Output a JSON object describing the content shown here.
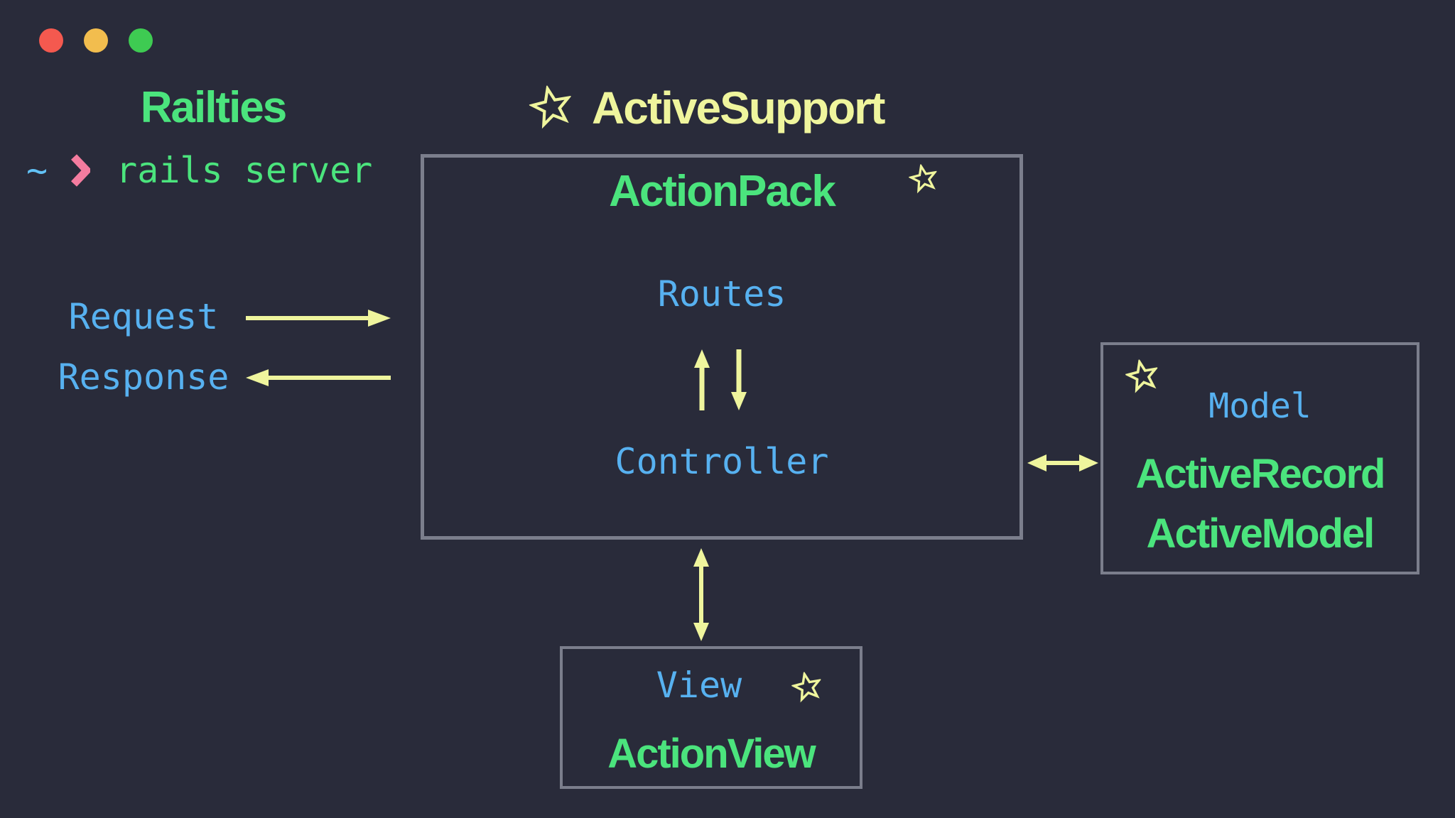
{
  "colors": {
    "background": "#292b3a",
    "box_border": "#7b7e8c",
    "green": "#4be47d",
    "blue": "#57b1f0",
    "pale_yellow": "#eff59d",
    "pink": "#f47c9f",
    "tilde_blue": "#62c2f5",
    "traffic_red": "#f4594f",
    "traffic_yellow": "#f2bd4e",
    "traffic_green": "#3ecb52"
  },
  "window": {
    "controls": [
      "close",
      "minimize",
      "maximize"
    ]
  },
  "railties": {
    "title": "Railties",
    "terminal": {
      "cwd": "~",
      "prompt": "❯",
      "command": "rails server"
    }
  },
  "active_support": {
    "icon": "star",
    "label": "ActiveSupport"
  },
  "action_pack": {
    "title": "ActionPack",
    "icon": "star",
    "routes_label": "Routes",
    "controller_label": "Controller"
  },
  "http": {
    "request_label": "Request",
    "response_label": "Response"
  },
  "model": {
    "icon": "star",
    "title": "Model",
    "components": [
      "ActiveRecord",
      "ActiveModel"
    ]
  },
  "view": {
    "icon": "star",
    "title": "View",
    "component": "ActionView"
  }
}
